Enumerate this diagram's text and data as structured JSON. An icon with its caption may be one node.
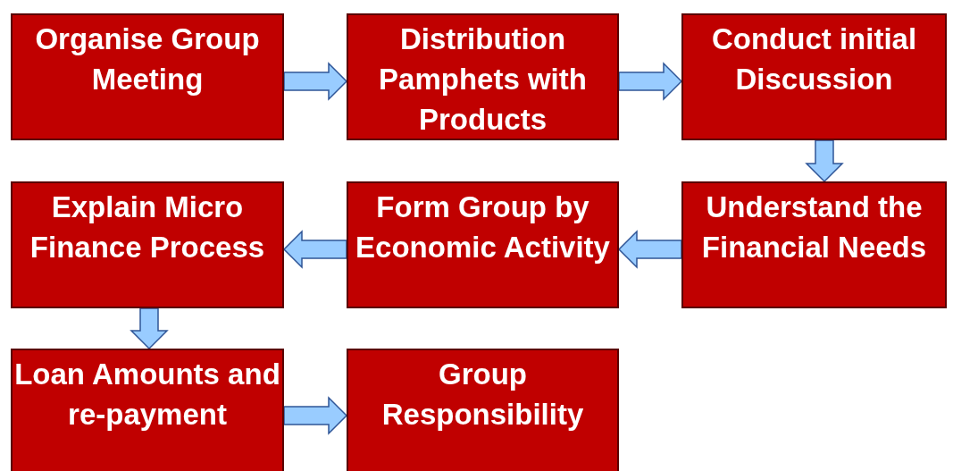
{
  "diagram": {
    "nodes": [
      {
        "text": [
          "Organise Group Meeting"
        ]
      },
      {
        "text": [
          "Distribution Pamphets with Products"
        ]
      },
      {
        "text": [
          "Conduct initial Discussion"
        ]
      },
      {
        "text": [
          "Explain Micro Finance Process"
        ]
      },
      {
        "text": [
          "Form Group by Economic Activity"
        ]
      },
      {
        "text": [
          "Understand the Financial Needs"
        ]
      },
      {
        "text": [
          "Loan Amounts and re-payment"
        ]
      },
      {
        "text": [
          "Group Responsibility"
        ]
      }
    ],
    "edges": [
      {
        "from": 0,
        "to": 1,
        "arrow": "to"
      },
      {
        "from": 1,
        "to": 2,
        "arrow": "to"
      },
      {
        "from": 2,
        "to": 5,
        "arrow": "to"
      },
      {
        "from": 5,
        "to": 4,
        "arrow": "to"
      },
      {
        "from": 4,
        "to": 3,
        "arrow": "to"
      },
      {
        "from": 3,
        "to": 6,
        "arrow": "to"
      },
      {
        "from": 6,
        "to": 7,
        "arrow": "to"
      }
    ]
  }
}
